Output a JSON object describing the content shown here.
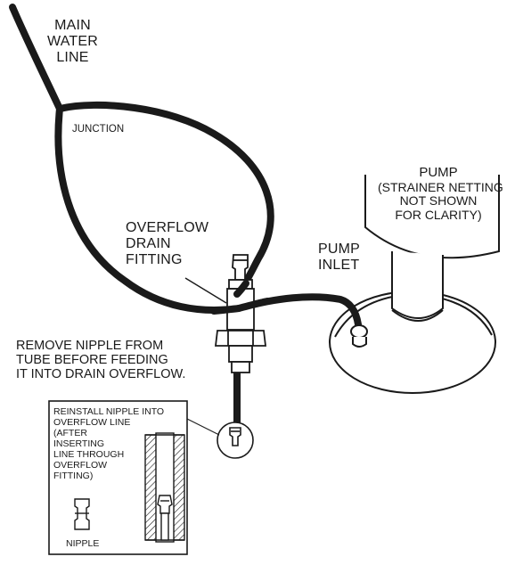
{
  "labels": {
    "main_water_line": [
      "MAIN",
      "WATER",
      "LINE"
    ],
    "junction": "JUNCTION",
    "overflow_drain_fitting": [
      "OVERFLOW",
      "DRAIN",
      "FITTING"
    ],
    "pump": "PUMP",
    "pump_note": [
      "(STRAINER NETTING",
      "NOT SHOWN",
      "FOR CLARITY)"
    ],
    "pump_inlet": [
      "PUMP",
      "INLET"
    ],
    "remove_nipple": [
      "REMOVE NIPPLE FROM",
      "TUBE BEFORE FEEDING",
      "IT INTO DRAIN OVERFLOW."
    ],
    "reinstall": [
      "REINSTALL NIPPLE INTO",
      "OVERFLOW LINE",
      "(AFTER",
      "INSERTING",
      "LINE THROUGH",
      "OVERFLOW",
      "FITTING)"
    ],
    "nipple": "NIPPLE"
  },
  "colors": {
    "ink": "#1a1a1a",
    "hatch": "#1a1a1a",
    "background": "#ffffff"
  }
}
